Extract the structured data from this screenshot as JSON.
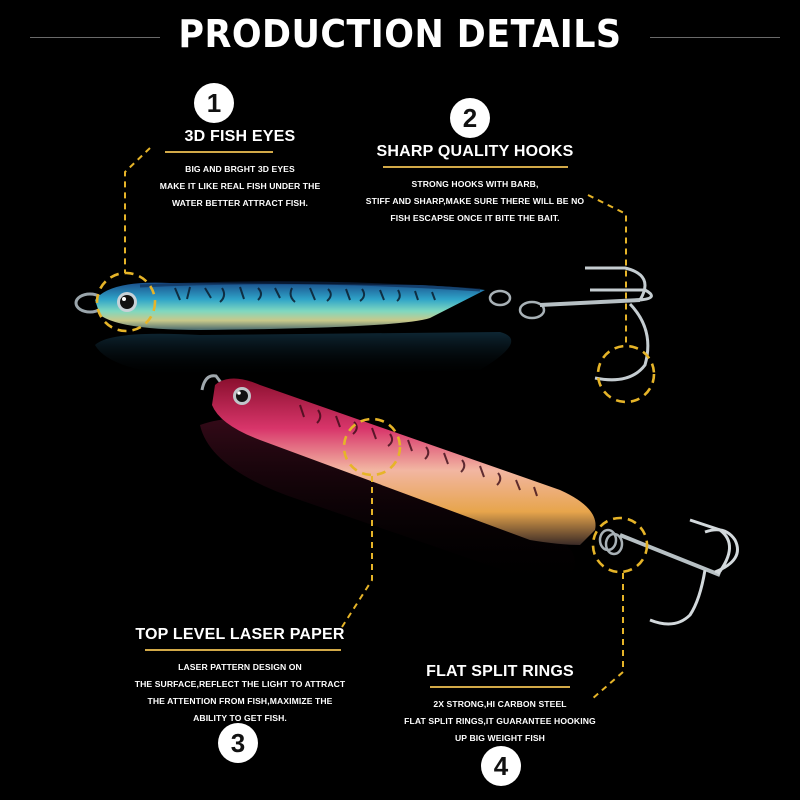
{
  "header": {
    "title": "PRODUCTION DETAILS"
  },
  "colors": {
    "background": "#000000",
    "accent_gold": "#e6b428",
    "underline_tan": "#d2a948",
    "badge_bg": "#ffffff",
    "text": "#ffffff"
  },
  "callouts": [
    {
      "number": "1",
      "title": "3D  FISH EYES",
      "lines": [
        "BIG AND BRGHT 3D EYES",
        "MAKE IT LIKE REAL FISH UNDER THE",
        "WATER BETTER ATTRACT FISH."
      ]
    },
    {
      "number": "2",
      "title": "SHARP QUALITY HOOKS",
      "lines": [
        "STRONG HOOKS WITH BARB,",
        "STIFF AND SHARP,MAKE SURE THERE WILL BE NO",
        "FISH ESCAPSE ONCE IT BITE THE BAIT."
      ]
    },
    {
      "number": "3",
      "title": "TOP LEVEL LASER PAPER",
      "lines": [
        "LASER PATTERN DESIGN ON",
        "THE SURFACE,REFLECT THE LIGHT TO ATTRACT",
        "THE ATTENTION FROM FISH,MAXIMIZE THE",
        "ABILITY TO GET FISH."
      ]
    },
    {
      "number": "4",
      "title": "FLAT SPLIT RINGS",
      "lines": [
        "2X STRONG,HI CARBON STEEL",
        "FLAT SPLIT RINGS,IT GUARANTEE HOOKING",
        "UP BIG WEIGHT FISH"
      ]
    }
  ],
  "products": [
    {
      "name": "blue-jig-lure",
      "color": "blue-green holographic"
    },
    {
      "name": "pink-jig-lure",
      "color": "pink-gold holographic"
    }
  ]
}
